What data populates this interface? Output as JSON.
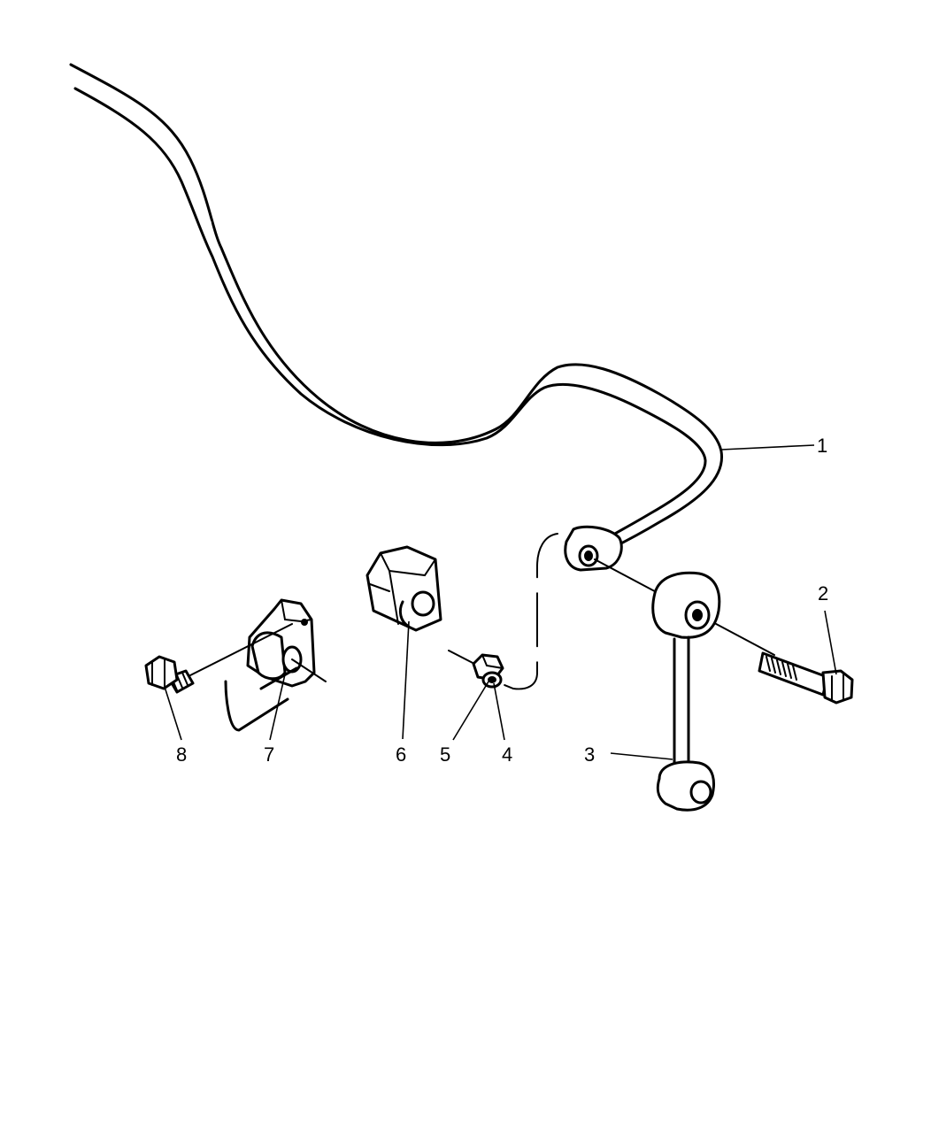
{
  "diagram": {
    "callouts": [
      {
        "id": "1",
        "text": "1"
      },
      {
        "id": "2",
        "text": "2"
      },
      {
        "id": "3",
        "text": "3"
      },
      {
        "id": "4",
        "text": "4"
      },
      {
        "id": "5",
        "text": "5"
      },
      {
        "id": "6",
        "text": "6"
      },
      {
        "id": "7",
        "text": "7"
      },
      {
        "id": "8",
        "text": "8"
      }
    ],
    "parts": [
      {
        "callout": "1",
        "icon": "stabilizer-bar-icon"
      },
      {
        "callout": "2",
        "icon": "link-bolt-icon"
      },
      {
        "callout": "3",
        "icon": "stabilizer-link-icon"
      },
      {
        "callout": "4",
        "icon": "washer-icon"
      },
      {
        "callout": "5",
        "icon": "nut-icon"
      },
      {
        "callout": "6",
        "icon": "bar-bushing-icon"
      },
      {
        "callout": "7",
        "icon": "bushing-clamp-bracket-icon"
      },
      {
        "callout": "8",
        "icon": "clamp-bolt-icon"
      }
    ]
  }
}
